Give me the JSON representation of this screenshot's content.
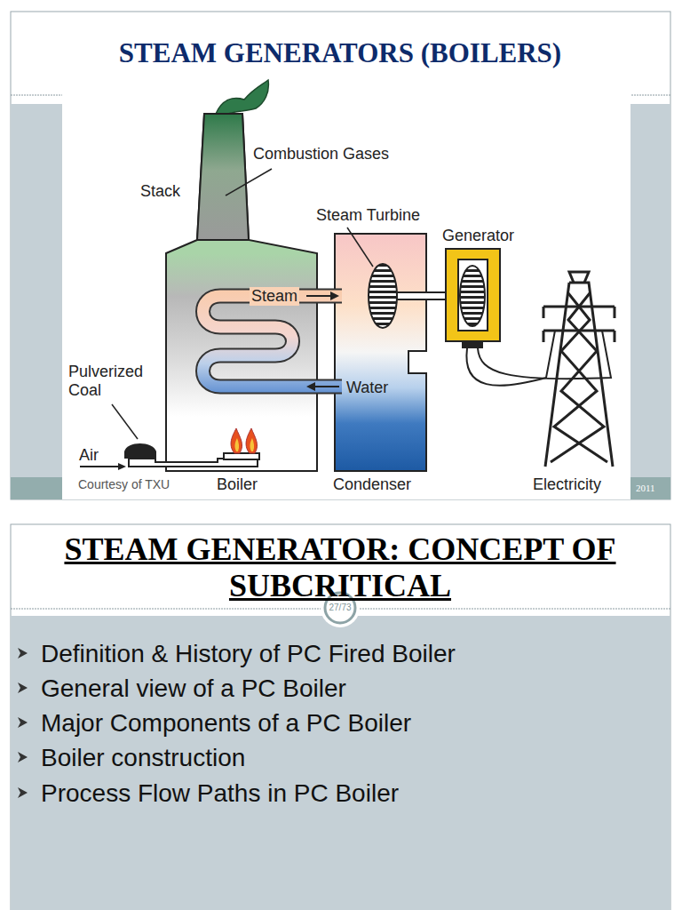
{
  "diagram": {
    "title": "STEAM GENERATORS (BOILERS)",
    "labels": [
      "Combustion Gases",
      "Stack",
      "Steam Turbine",
      "Generator",
      "Steam",
      "Pulverized Coal",
      "Water",
      "Air",
      "Courtesy of TXU",
      "Boiler",
      "Condenser",
      "Electricity",
      "2011",
      "STEAM GENERATOR: CONCEPT OF SUBCRITICAL",
      "27/73",
      "Definition & History of PC Fired Boiler",
      "General view of a PC Boiler",
      "Major Components of a PC Boiler",
      "Boiler construction",
      "Process Flow Paths in PC Boiler"
    ]
  }
}
